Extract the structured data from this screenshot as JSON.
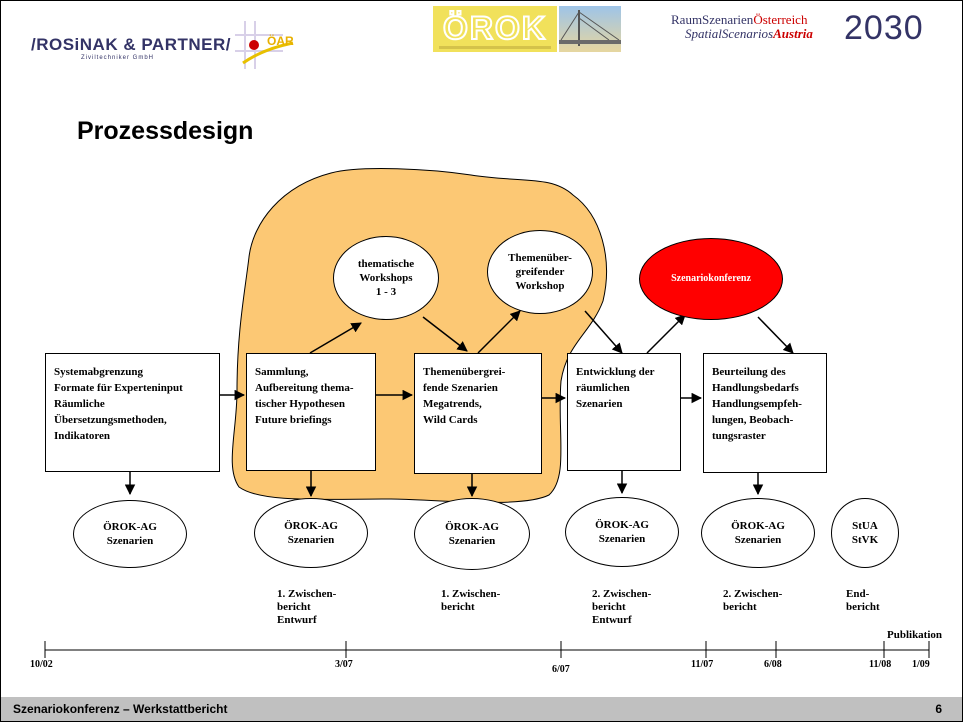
{
  "header": {
    "logo_rosinak": "/ROSiNAK & PARTNER/",
    "logo_rosinak_sub": "Ziviltechniker GmbH",
    "logo_oar": "ÖAR",
    "logo_orok": "ÖROK",
    "raumszenarien_line1_a": "RaumSzenarien",
    "raumszenarien_line1_b": "Österreich",
    "raumszenarien_line2_a": "Spatial",
    "raumszenarien_line2_b": "Scenarios",
    "raumszenarien_line2_c": "Austria",
    "year": "2030",
    "colors": {
      "orok_yellow": "#f1e15b",
      "year_red": "#cc0000",
      "brand_blue": "#333366"
    }
  },
  "title": "Prozessdesign",
  "boxes": [
    {
      "id": "systemabgrenzung",
      "text": "Systemabgrenzung\nFormate für Experteninput\nRäumliche\nÜbersetzungsmethoden,\nIndikatoren"
    },
    {
      "id": "sammlung",
      "text": "Sammlung,\nAufbereitung thema-\ntischer Hypothesen\nFuture briefings"
    },
    {
      "id": "themenuebergreifende-szenarien",
      "text": "Themenübergrei-\nfende Szenarien\nMegatrends,\nWild Cards"
    },
    {
      "id": "entwicklung",
      "text": "Entwicklung der\nräumlichen\nSzenarien"
    },
    {
      "id": "beurteilung",
      "text": "Beurteilung des\nHandlungsbedarfs\nHandlungsempfeh-\nlungen, Beobach-\ntungsraster"
    }
  ],
  "top_ellipses": [
    {
      "id": "thematische-workshops",
      "text": "thematische\nWorkshops\n1 - 3"
    },
    {
      "id": "themenuebergreifender-workshop",
      "text": "Themenüber-\ngreifender\nWorkshop"
    },
    {
      "id": "szenariokonferenz",
      "text": "Szenariokonferenz",
      "color": "#ff0000"
    }
  ],
  "bottom_ellipses": [
    {
      "text": "ÖROK-AG\nSzenarien"
    },
    {
      "text": "ÖROK-AG\nSzenarien"
    },
    {
      "text": "ÖROK-AG\nSzenarien"
    },
    {
      "text": "ÖROK-AG\nSzenarien"
    },
    {
      "text": "ÖROK-AG\nSzenarien"
    },
    {
      "text": "StUA\nStVK"
    }
  ],
  "reports": [
    {
      "text": "1. Zwischen-\nbericht\nEntwurf"
    },
    {
      "text": "1. Zwischen-\nbericht"
    },
    {
      "text": "2. Zwischen-\nbericht\nEntwurf"
    },
    {
      "text": "2. Zwischen-\nbericht"
    },
    {
      "text": "End-\nbericht"
    },
    {
      "text": "Publikation"
    }
  ],
  "timeline": [
    "10/02",
    "3/07",
    "6/07",
    "11/07",
    "6/08",
    "11/08",
    "1/09"
  ],
  "highlight_color": "#fcc874",
  "footer": {
    "text": "Szenariokonferenz – Werkstattbericht",
    "page": "6"
  }
}
